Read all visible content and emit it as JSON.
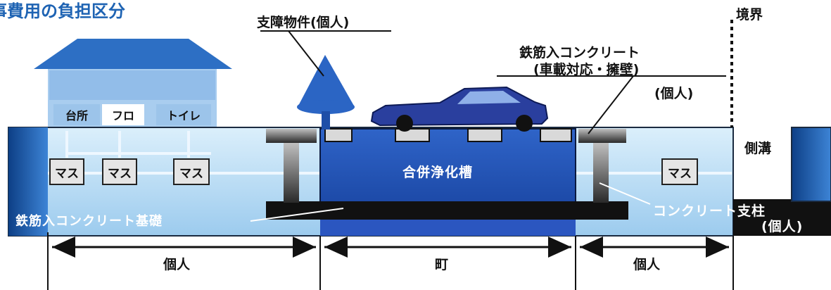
{
  "title": "事費用の負担区分",
  "labels": {
    "obstacle": "支障物件(個人)",
    "boundary": "境界",
    "rc_line1": "鉄筋入コンクリート",
    "rc_line2": "(車載対応・擁壁)",
    "rc_line3": "(個人)",
    "gutter": "側溝",
    "tank": "合併浄化槽",
    "foundation": "鉄筋入コンクリート基礎",
    "pillar_line1": "コンクリート支柱",
    "pillar_line2": "(個人)"
  },
  "house": {
    "rooms": [
      "台所",
      "フロ",
      "トイレ"
    ]
  },
  "masu": [
    "マス",
    "マス",
    "マス",
    "マス"
  ],
  "spans": [
    "個人",
    "町",
    "個人"
  ],
  "colors": {
    "house_roof": "#2d6fc4",
    "house_wall": "#9dc3ea",
    "ground": "#b5d9f3",
    "tank": "#2859bd",
    "car": "#2a3f9e",
    "concrete": "#111111",
    "title": "#1e63b3"
  }
}
